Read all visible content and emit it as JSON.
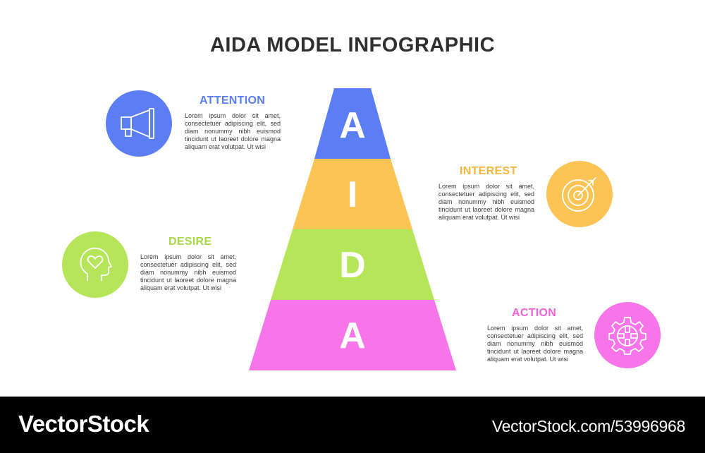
{
  "title": "AIDA MODEL INFOGRAPHIC",
  "colors": {
    "attention": "#5b7ef4",
    "interest": "#fcc355",
    "desire": "#b5e65a",
    "action": "#f775e8"
  },
  "pyramid": {
    "letters": [
      "A",
      "I",
      "D",
      "A"
    ]
  },
  "stages": {
    "attention": {
      "heading": "ATTENTION",
      "icon": "megaphone-icon",
      "text": "Lorem ipsum dolor sit amet, consectetuer adipiscing elit, sed diam nonummy nibh euismod tincidunt ut laoreet dolore magna aliquam erat volutpat. Ut wisi"
    },
    "interest": {
      "heading": "INTEREST",
      "icon": "target-icon",
      "text": "Lorem ipsum dolor sit amet, consectetuer adipiscing elit, sed diam nonummy nibh euismod tincidunt ut laoreet dolore magna aliquam erat volutpat. Ut wisi"
    },
    "desire": {
      "heading": "DESIRE",
      "icon": "head-heart-icon",
      "text": "Lorem ipsum dolor sit amet, consectetuer adipiscing elit, sed diam nonummy nibh euismod tincidunt ut laoreet dolore magna aliquam erat volutpat. Ut wisi"
    },
    "action": {
      "heading": "ACTION",
      "icon": "gear-icon",
      "text": "Lorem ipsum dolor sit amet, consectetuer adipiscing elit, sed diam nonummy nibh euismod tincidunt ut laoreet dolore magna aliquam erat volutpat. Ut wisi"
    }
  },
  "footer": {
    "brand": "VectorStock",
    "url": "VectorStock.com/53996968"
  }
}
